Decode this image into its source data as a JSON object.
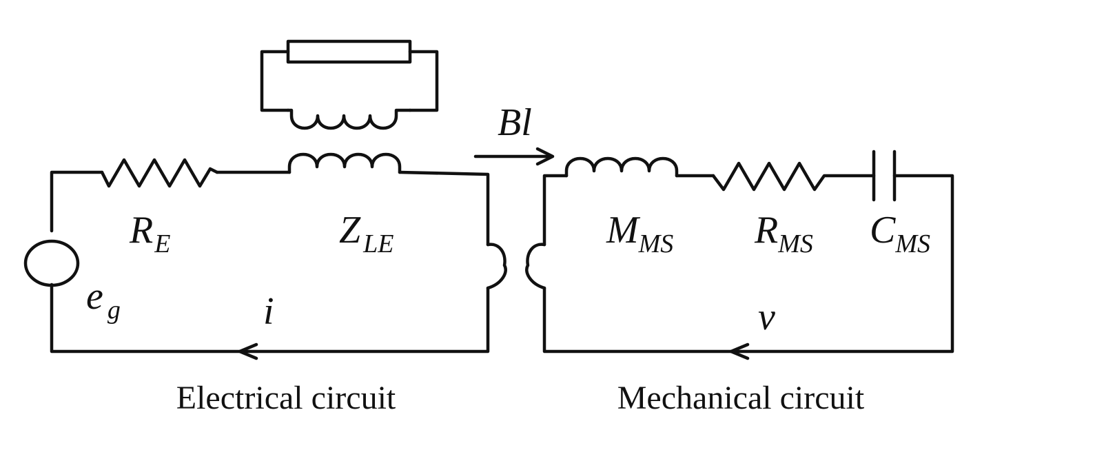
{
  "labels": {
    "re_main": "R",
    "re_sub": "E",
    "zle_main": "Z",
    "zle_sub": "LE",
    "eg_main": "e",
    "eg_sub": "g",
    "i": "i",
    "bl": "Bl",
    "mms_main": "M",
    "mms_sub": "MS",
    "rms_main": "R",
    "rms_sub": "MS",
    "cms_main": "C",
    "cms_sub": "MS",
    "v": "v"
  },
  "captions": {
    "electrical": "Electrical circuit",
    "mechanical": "Mechanical circuit"
  }
}
